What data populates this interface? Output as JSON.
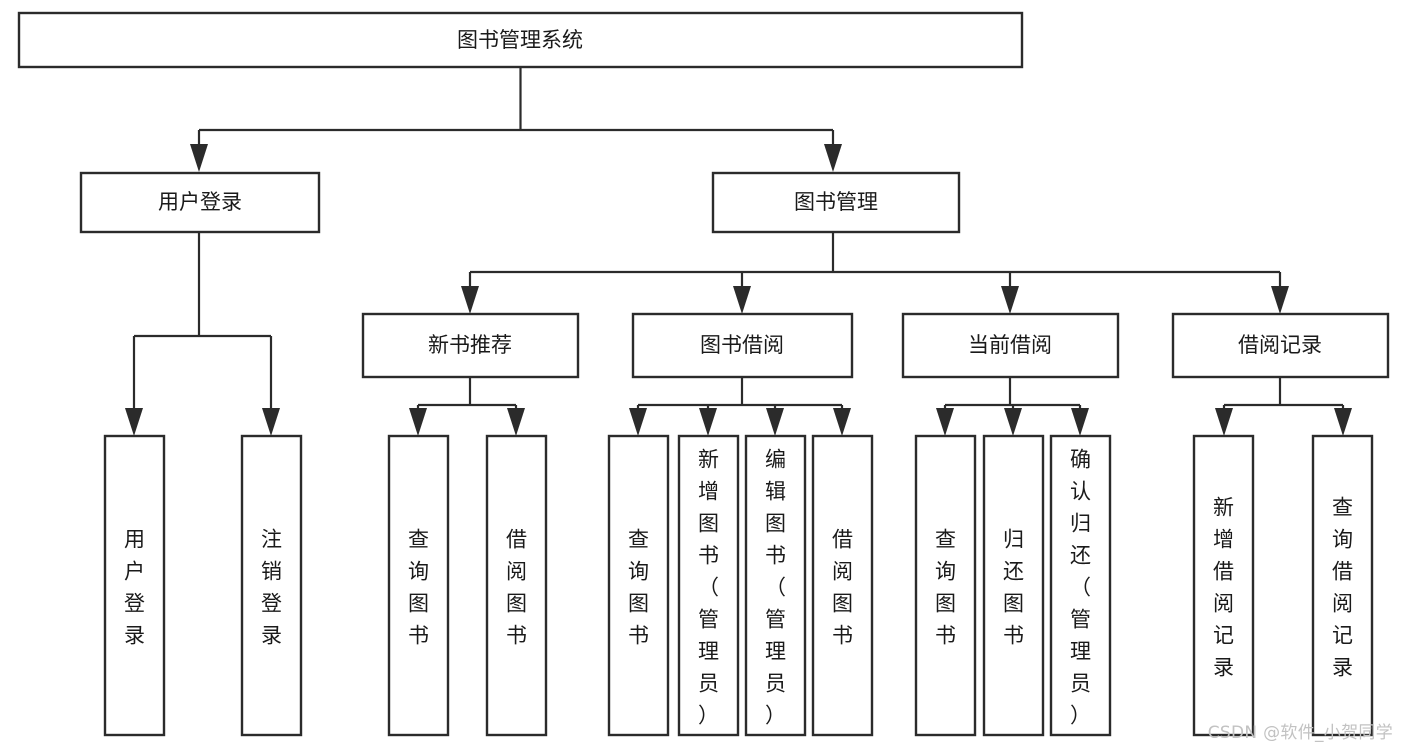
{
  "diagram": {
    "title": "图书管理系统",
    "type": "tree",
    "watermark": "CSDN @软件_小贺同学",
    "colors": {
      "box_stroke": "#2b2b2b",
      "box_fill": "#ffffff",
      "text": "#1a1a1a",
      "connector": "#2b2b2b",
      "watermark": "#c2c2c2",
      "background": "#ffffff"
    },
    "nodes": {
      "root": {
        "label": "图书管理系统",
        "level": 1,
        "orientation": "horizontal"
      },
      "level2": [
        {
          "id": "user-login",
          "label": "用户登录",
          "orientation": "horizontal"
        },
        {
          "id": "book-management",
          "label": "图书管理",
          "orientation": "horizontal"
        }
      ],
      "level3": [
        {
          "id": "new-book-recommend",
          "label": "新书推荐",
          "orientation": "horizontal",
          "parent": "book-management"
        },
        {
          "id": "book-borrow",
          "label": "图书借阅",
          "orientation": "horizontal",
          "parent": "book-management"
        },
        {
          "id": "current-borrow",
          "label": "当前借阅",
          "orientation": "horizontal",
          "parent": "book-management"
        },
        {
          "id": "borrow-record",
          "label": "借阅记录",
          "orientation": "horizontal",
          "parent": "book-management"
        }
      ],
      "leaves": [
        {
          "id": "leaf-user-login",
          "label": "用户登录",
          "parent": "user-login",
          "orientation": "vertical"
        },
        {
          "id": "leaf-logout-login",
          "label": "注销登录",
          "parent": "user-login",
          "orientation": "vertical"
        },
        {
          "id": "leaf-query-book-1",
          "label": "查询图书",
          "parent": "new-book-recommend",
          "orientation": "vertical"
        },
        {
          "id": "leaf-borrow-book-1",
          "label": "借阅图书",
          "parent": "new-book-recommend",
          "orientation": "vertical"
        },
        {
          "id": "leaf-query-book-2",
          "label": "查询图书",
          "parent": "book-borrow",
          "orientation": "vertical"
        },
        {
          "id": "leaf-add-book-admin",
          "label": "新增图书（管理员）",
          "parent": "book-borrow",
          "orientation": "vertical"
        },
        {
          "id": "leaf-edit-book-admin",
          "label": "编辑图书（管理员）",
          "parent": "book-borrow",
          "orientation": "vertical"
        },
        {
          "id": "leaf-borrow-book-2",
          "label": "借阅图书",
          "parent": "book-borrow",
          "orientation": "vertical"
        },
        {
          "id": "leaf-query-book-3",
          "label": "查询图书",
          "parent": "current-borrow",
          "orientation": "vertical"
        },
        {
          "id": "leaf-return-book",
          "label": "归还图书",
          "parent": "current-borrow",
          "orientation": "vertical"
        },
        {
          "id": "leaf-confirm-return-admin",
          "label": "确认归还（管理员）",
          "parent": "current-borrow",
          "orientation": "vertical"
        },
        {
          "id": "leaf-add-borrow-record",
          "label": "新增借阅记录",
          "parent": "borrow-record",
          "orientation": "vertical"
        },
        {
          "id": "leaf-query-borrow-record",
          "label": "查询借阅记录",
          "parent": "borrow-record",
          "orientation": "vertical"
        }
      ]
    }
  }
}
